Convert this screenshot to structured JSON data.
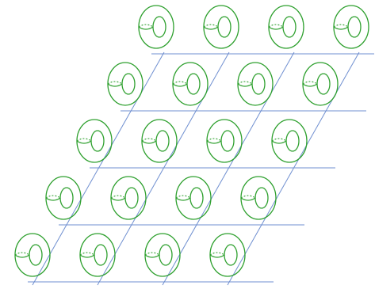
{
  "diagram": {
    "rows": 5,
    "columns": 4,
    "colors": {
      "background": "#ffffff",
      "grid_line": "#6f8fd0",
      "torus": "#2ea02e"
    },
    "element": "torus",
    "feature": "meridian-circle"
  }
}
